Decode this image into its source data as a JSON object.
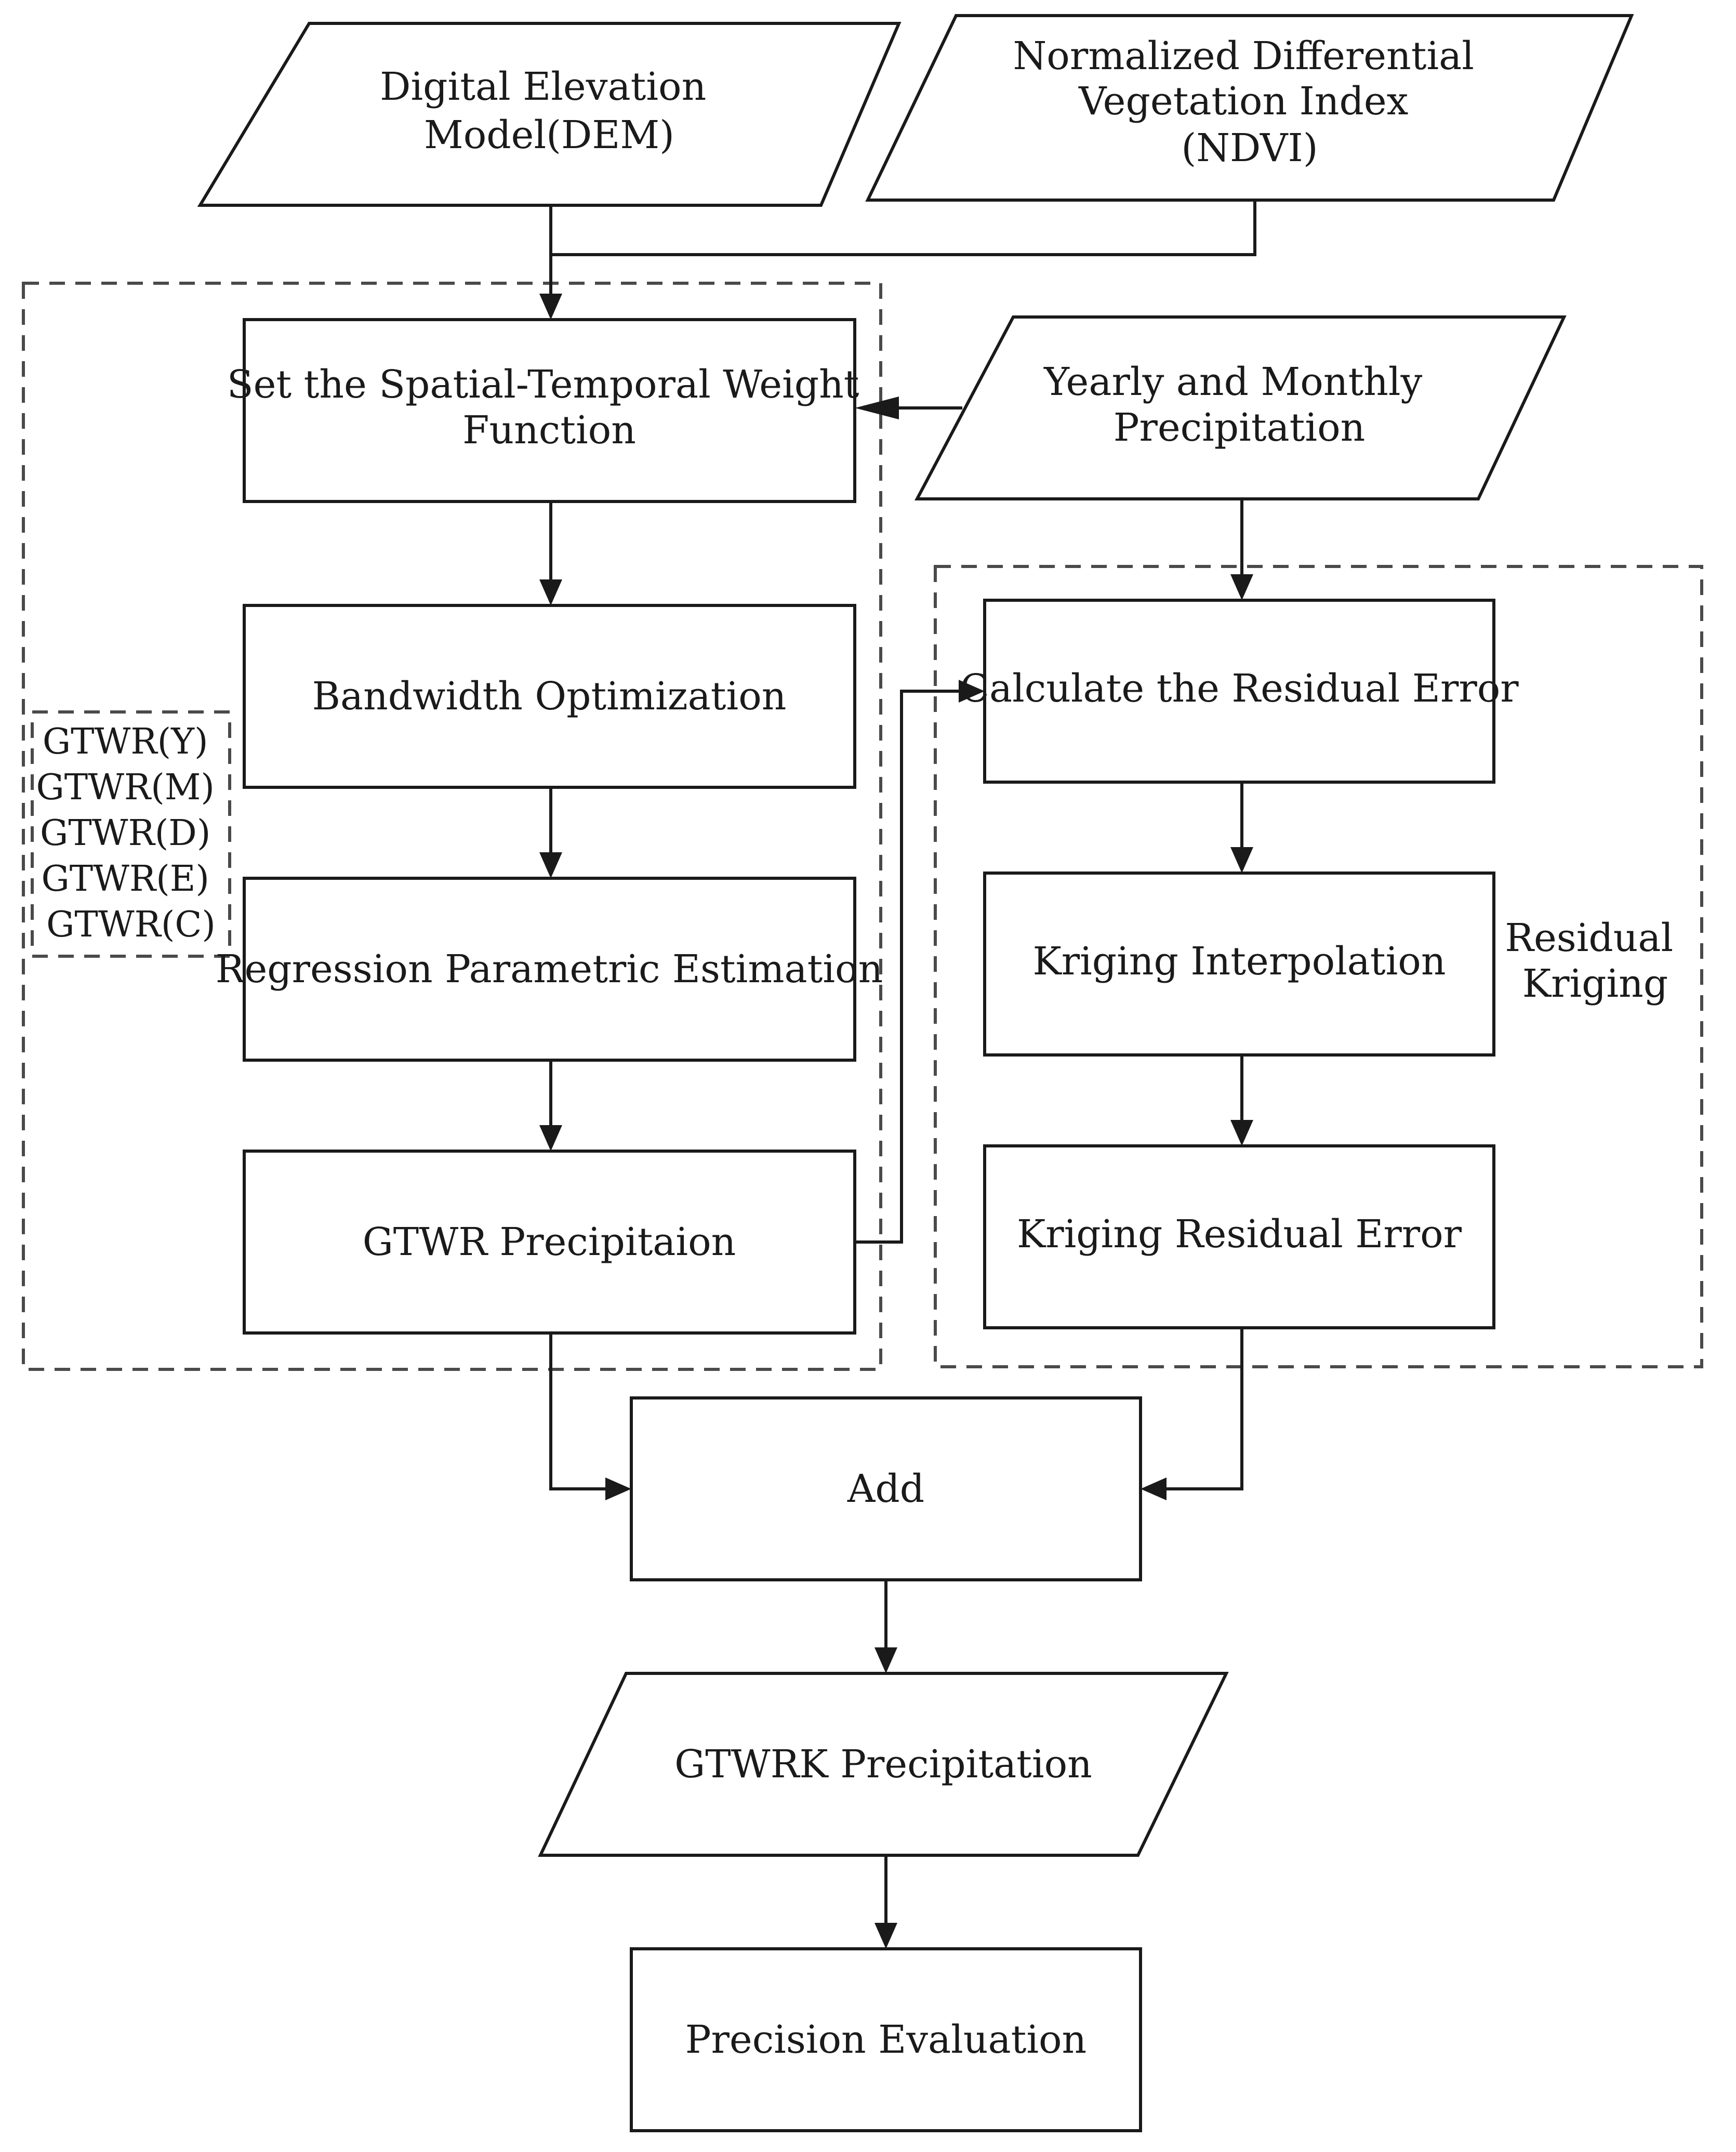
{
  "nodes": {
    "dem": {
      "lines": [
        "Digital Elevation",
        "Model(DEM)"
      ],
      "shape": "parallelogram"
    },
    "ndvi": {
      "lines": [
        "Normalized Differential",
        "Vegetation Index",
        "(NDVI)"
      ],
      "shape": "parallelogram"
    },
    "precip_input": {
      "lines": [
        "Yearly and Monthly",
        "Precipitation"
      ],
      "shape": "parallelogram"
    },
    "weight_function": {
      "lines": [
        "Set the Spatial-Temporal Weight",
        "Function"
      ],
      "shape": "rectangle"
    },
    "bandwidth": {
      "lines": [
        "Bandwidth Optimization"
      ],
      "shape": "rectangle"
    },
    "regression": {
      "lines": [
        "Regression Parametric Estimation"
      ],
      "shape": "rectangle"
    },
    "gtwr_precip": {
      "lines": [
        "GTWR Precipitaion"
      ],
      "shape": "rectangle"
    },
    "residual_error": {
      "lines": [
        "Calculate the Residual Error"
      ],
      "shape": "rectangle"
    },
    "kriging_interp": {
      "lines": [
        "Kriging Interpolation"
      ],
      "shape": "rectangle"
    },
    "kriging_residual": {
      "lines": [
        "Kriging Residual Error"
      ],
      "shape": "rectangle"
    },
    "add": {
      "lines": [
        "Add"
      ],
      "shape": "rectangle"
    },
    "gtwrk_precip": {
      "lines": [
        "GTWRK Precipitation"
      ],
      "shape": "parallelogram"
    },
    "evaluation": {
      "lines": [
        "Precision Evaluation"
      ],
      "shape": "rectangle"
    }
  },
  "groups": {
    "gtwr_model": {
      "label": ""
    },
    "residual_kriging": {
      "label_lines": [
        "Residual",
        "Kriging"
      ]
    },
    "gtwr_variants": {
      "items": [
        "GTWR(Y)",
        "GTWR(M)",
        "GTWR(D)",
        "GTWR(E)",
        "GTWR(C)"
      ]
    }
  },
  "edges": [
    {
      "from": "dem",
      "to": "weight_function"
    },
    {
      "from": "ndvi",
      "to": "weight_function"
    },
    {
      "from": "precip_input",
      "to": "weight_function"
    },
    {
      "from": "weight_function",
      "to": "bandwidth"
    },
    {
      "from": "bandwidth",
      "to": "regression"
    },
    {
      "from": "regression",
      "to": "gtwr_precip"
    },
    {
      "from": "precip_input",
      "to": "residual_error"
    },
    {
      "from": "gtwr_precip",
      "to": "residual_error"
    },
    {
      "from": "residual_error",
      "to": "kriging_interp"
    },
    {
      "from": "kriging_interp",
      "to": "kriging_residual"
    },
    {
      "from": "gtwr_precip",
      "to": "add"
    },
    {
      "from": "kriging_residual",
      "to": "add"
    },
    {
      "from": "add",
      "to": "gtwrk_precip"
    },
    {
      "from": "gtwrk_precip",
      "to": "evaluation"
    }
  ]
}
